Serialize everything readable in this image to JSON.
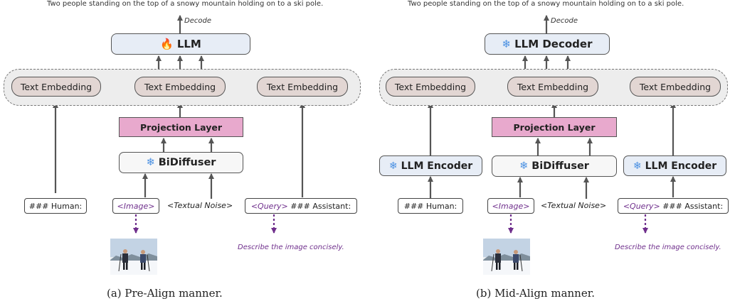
{
  "colors": {
    "llm_fill": "#e7edf6",
    "embedding_fill": "#e2d6d3",
    "projection_fill": "#e8a9cd",
    "bidiffuser_fill": "#f7f7f7",
    "encoder_fill": "#e7edf6",
    "purple_accent": "#6f2f8c",
    "snowflake": "#4a90e2",
    "fire": "#e0322c",
    "arrow": "#555555"
  },
  "icons": {
    "frozen": "snowflake-icon",
    "trainable": "fire-icon"
  },
  "panel_a": {
    "output_text": "Two people standing on the top of a snowy mountain holding on to a ski pole.",
    "decode_label": "Decode",
    "llm": {
      "icon": "🔥",
      "label": "LLM"
    },
    "text_embeddings": [
      "Text Embedding",
      "Text Embedding",
      "Text Embedding"
    ],
    "projection_layer": "Projection Layer",
    "bidiffuser": {
      "icon": "❄",
      "label": "BiDiffuser"
    },
    "tokens": {
      "human": "### Human:",
      "image": "<Image>",
      "textual_noise": "<Textual Noise>",
      "query": "<Query>",
      "assistant": " ### Assistant:"
    },
    "describe_text": "Describe the image concisely.",
    "caption": "(a) Pre-Align manner."
  },
  "panel_b": {
    "output_text": "Two people standing on the top of a snowy mountain holding on to a ski pole.",
    "decode_label": "Decode",
    "llm_decoder": {
      "icon": "❄",
      "label": "LLM Decoder"
    },
    "text_embeddings": [
      "Text Embedding",
      "Text Embedding",
      "Text Embedding"
    ],
    "projection_layer": "Projection Layer",
    "llm_encoder_left": {
      "icon": "❄",
      "label": "LLM Encoder"
    },
    "bidiffuser": {
      "icon": "❄",
      "label": "BiDiffuser"
    },
    "llm_encoder_right": {
      "icon": "❄",
      "label": "LLM Encoder"
    },
    "tokens": {
      "human": "### Human:",
      "image": "<Image>",
      "textual_noise": "<Textual Noise>",
      "query": "<Query>",
      "assistant": " ### Assistant:"
    },
    "describe_text": "Describe the image concisely.",
    "caption": "(b) Mid-Align manner."
  }
}
